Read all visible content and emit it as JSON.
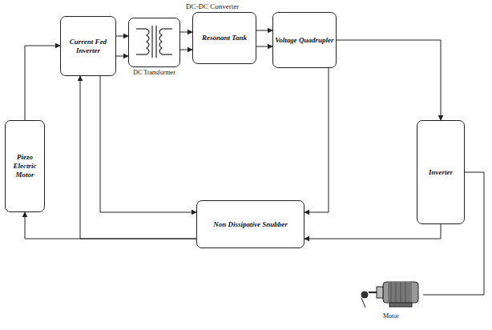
{
  "diagram": {
    "title": "DC-DC Converter",
    "nodes": [
      {
        "text": [
          "Piezo Electric Motor"
        ]
      },
      {
        "text": [
          "Current Fed Inverter"
        ]
      },
      {
        "text": [
          "DC Transformer"
        ]
      },
      {
        "text": [
          "Resonant Tank"
        ]
      },
      {
        "text": [
          "Voltage Quadrupler"
        ]
      },
      {
        "text": [
          "Inverter"
        ]
      },
      {
        "text": [
          "Non Dissipative Snubber"
        ]
      },
      {
        "text": [
          "Motor"
        ]
      }
    ],
    "edges": [
      {
        "from": 0,
        "to": 1,
        "arrow": "to"
      },
      {
        "from": 1,
        "to": 2,
        "arrow": "to"
      },
      {
        "from": 1,
        "to": 2,
        "arrow": "to"
      },
      {
        "from": 2,
        "to": 3,
        "arrow": "to"
      },
      {
        "from": 2,
        "to": 3,
        "arrow": "to"
      },
      {
        "from": 3,
        "to": 4,
        "arrow": "to"
      },
      {
        "from": 3,
        "to": 4,
        "arrow": "to"
      },
      {
        "from": 4,
        "to": 5,
        "arrow": "to"
      },
      {
        "from": 5,
        "to": 6,
        "arrow": "to"
      },
      {
        "from": 6,
        "to": 0,
        "arrow": "to"
      },
      {
        "from": 6,
        "to": 1,
        "arrow": "to"
      },
      {
        "from": 1,
        "to": 6,
        "arrow": "to"
      },
      {
        "from": 4,
        "to": 6,
        "arrow": "to"
      },
      {
        "from": 5,
        "to": 7,
        "arrow": "none"
      }
    ]
  }
}
